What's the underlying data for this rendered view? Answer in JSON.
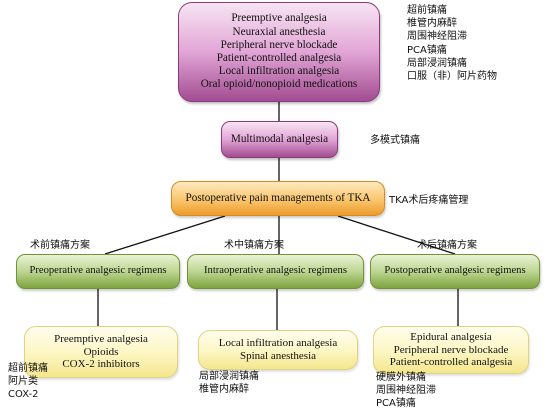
{
  "colors": {
    "top_box": "#c77bbd",
    "middle_box": "#f9c56c",
    "regimen_box": "#a6c86a",
    "detail_box": "#fdf7c6",
    "connector": "#111111"
  },
  "top_box": {
    "lines": [
      "Preemptive analgesia",
      "Neuraxial anesthesia",
      "Peripheral nerve blockade",
      "Patient-controlled analgesia",
      "Local infiltration analgesia",
      "Oral opioid/nonopioid medications"
    ],
    "cn_lines": [
      "超前镇痛",
      "椎管内麻醉",
      "周围神经阻滞",
      "PCA镇痛",
      "局部浸润镇痛",
      "口服（非）阿片药物"
    ]
  },
  "multimodal": {
    "label": "Multimodal analgesia",
    "cn": "多模式镇痛"
  },
  "center": {
    "label": "Postoperative pain managements of TKA",
    "cn": "TKA术后疼痛管理"
  },
  "regimens": [
    {
      "label": "Preoperative analgesic regimens",
      "cn_title": "术前镇痛方案",
      "detail": [
        "Preemptive analgesia",
        "Opioids",
        "COX-2 inhibitors"
      ],
      "detail_cn": [
        "超前镇痛",
        "阿片类",
        "COX-2"
      ]
    },
    {
      "label": "Intraoperative analgesic regimens",
      "cn_title": "术中镇痛方案",
      "detail": [
        "Local infiltration analgesia",
        "Spinal anesthesia"
      ],
      "detail_cn": [
        "局部浸润镇痛",
        "椎管内麻醉"
      ]
    },
    {
      "label": "Postoperative analgesic regimens",
      "cn_title": "术后镇痛方案",
      "detail": [
        "Epidural analgesia",
        "Peripheral nerve blockade",
        "Patient-controlled analgesia"
      ],
      "detail_cn": [
        "硬膜外镇痛",
        "周围神经阻滞",
        "PCA镇痛"
      ]
    }
  ]
}
